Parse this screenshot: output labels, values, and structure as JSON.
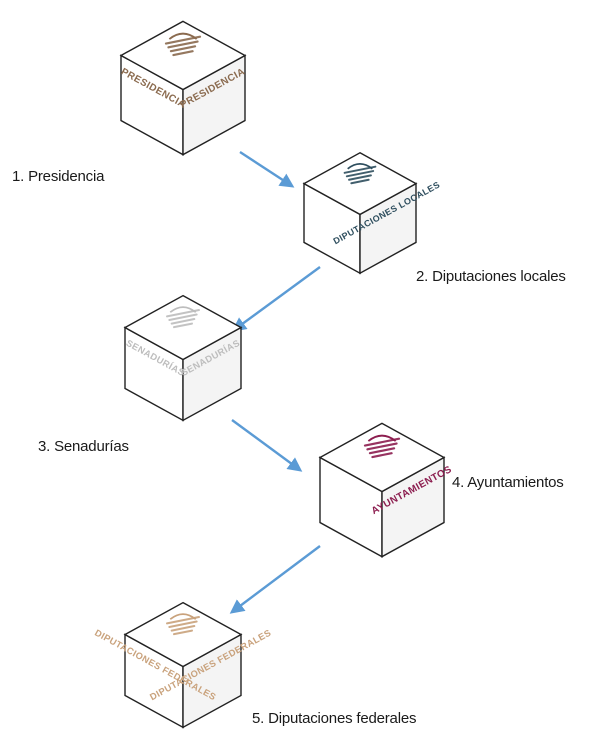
{
  "steps": [
    {
      "label": "1. Presidencia",
      "cube_text": "PRESIDENCIA",
      "color": "#8a6a4e",
      "right_text_visible": true
    },
    {
      "label": "2. Diputaciones locales",
      "cube_text": "DIPUTACIONES LOCALES",
      "color": "#2e4e5e",
      "right_text_visible": true
    },
    {
      "label": "3. Senadurías",
      "cube_text": "SENADURÍAS",
      "color": "#bdbdbd",
      "right_text_visible": true
    },
    {
      "label": "4. Ayuntamientos",
      "cube_text": "AYUNTAMIENTOS",
      "color": "#8c1d4f",
      "right_text_visible": true
    },
    {
      "label": "5. Diputaciones federales",
      "cube_text": "DIPUTACIONES FEDERALES",
      "color": "#c9a27c",
      "right_text_visible": true
    }
  ],
  "arrow_color": "#5b9bd5",
  "cube_edge_color": "#222222",
  "cube_side_shade": "#f4f4f4"
}
